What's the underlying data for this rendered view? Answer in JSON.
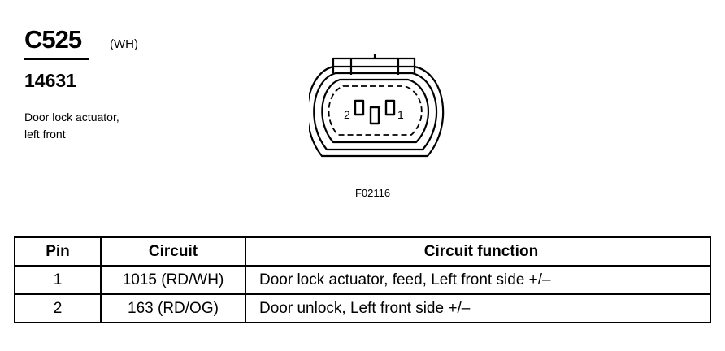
{
  "connector": {
    "id": "C525",
    "color_code": "(WH)",
    "part_number": "14631",
    "description_line1": "Door lock actuator,",
    "description_line2": "left front"
  },
  "figure": {
    "reference": "F02116",
    "pin_labels": [
      "2",
      "1"
    ]
  },
  "table": {
    "headers": {
      "pin": "Pin",
      "circuit": "Circuit",
      "function": "Circuit function"
    },
    "rows": [
      {
        "pin": "1",
        "circuit": "1015 (RD/WH)",
        "function": "Door lock actuator, feed, Left front side +/–"
      },
      {
        "pin": "2",
        "circuit": "163 (RD/OG)",
        "function": "Door unlock, Left front side +/–"
      }
    ]
  }
}
